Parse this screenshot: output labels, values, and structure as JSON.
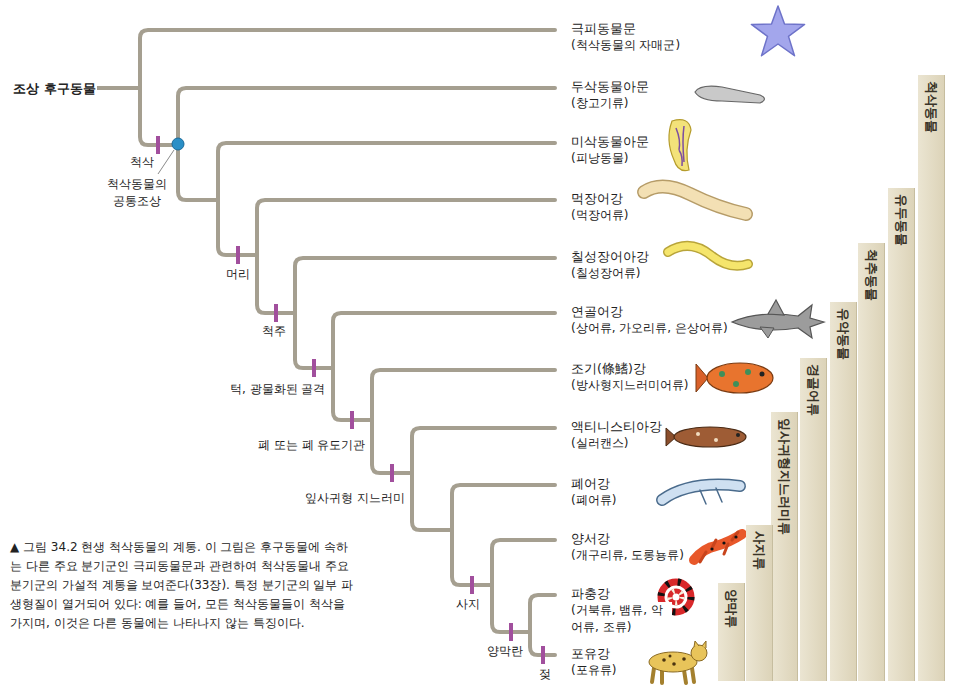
{
  "diagram": {
    "caption": "▲ 그림 34.2 현생 척삭동물의 계통. 이 그림은 후구동물에 속하는 다른 주요 분기군인 극피동물문과 관련하여 척삭동물내 주요 분기군의 가설적 계통을 보여준다(33장). 특정 분기군의 일부 파생형질이 열거되어 있다: 예를 들어, 모든 척삭동물들이 척삭을 가지며, 이것은 다른 동물에는 나타나지 않는 특징이다.",
    "nodes": [
      {
        "text": [
          "척삭동물"
        ]
      },
      {
        "text": [
          "유두동물"
        ]
      },
      {
        "text": [
          "척추동물"
        ]
      },
      {
        "text": [
          "유악동물"
        ]
      },
      {
        "text": [
          "경골어류"
        ]
      },
      {
        "text": [
          "잎사귀형지느러미류"
        ]
      },
      {
        "text": [
          "사지류"
        ]
      },
      {
        "text": [
          "양막류"
        ]
      }
    ],
    "labels": [
      "조상 후구동물",
      "극피동물문",
      "(척삭동물의 자매군)",
      "두삭동물아문",
      "(창고기류)",
      "미삭동물아문",
      "(피낭동물)",
      "먹장어강",
      "(먹장어류)",
      "칠성장어아강",
      "(칠성장어류)",
      "연골어강",
      "(상어류, 가오리류, 은상어류)",
      "조기(條鰭)강",
      "(방사형지느러미어류)",
      "액티니스티아강",
      "(실러캔스)",
      "폐어강",
      "(폐어류)",
      "양서강",
      "(개구리류, 도롱뇽류)",
      "파충강",
      "(거북류, 뱀류, 악어류, 조류)",
      "포유강",
      "(포유류)",
      "척삭",
      "척삭동물의 공통조상",
      "머리",
      "척주",
      "턱, 광물화된 골격",
      "폐 또는 폐 유도기관",
      "잎사귀형 지느러미",
      "사지",
      "양막란",
      "젖"
    ]
  }
}
